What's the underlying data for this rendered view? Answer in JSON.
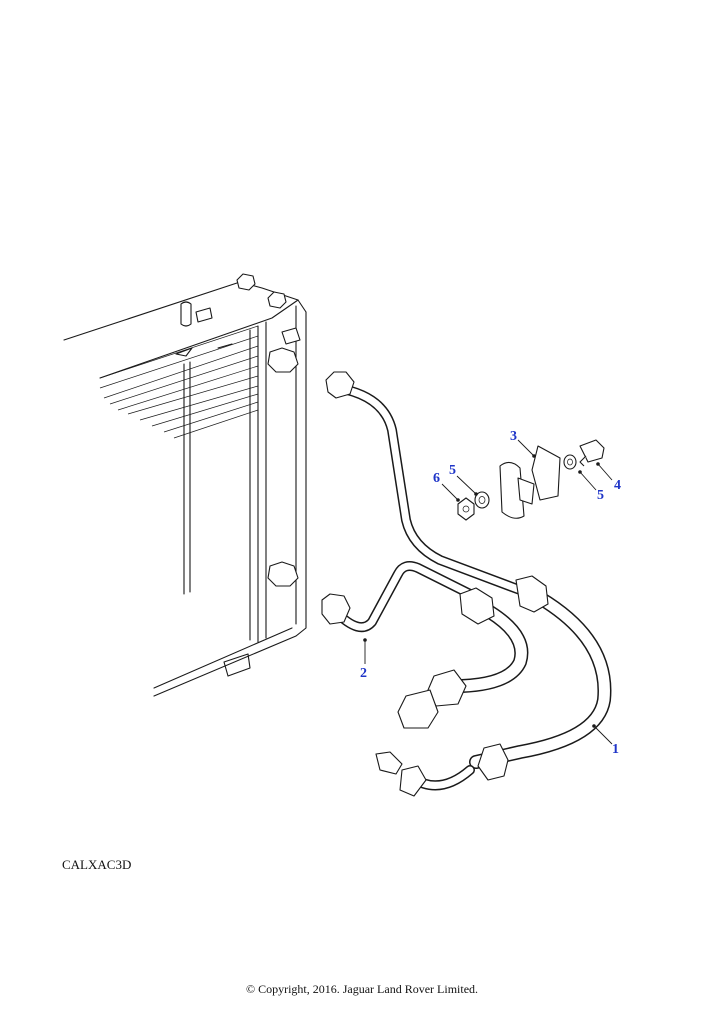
{
  "callouts": [
    {
      "id": "c1",
      "label": "1"
    },
    {
      "id": "c2",
      "label": "2"
    },
    {
      "id": "c3",
      "label": "3"
    },
    {
      "id": "c4",
      "label": "4"
    },
    {
      "id": "c5a",
      "label": "5"
    },
    {
      "id": "c5b",
      "label": "5"
    },
    {
      "id": "c6",
      "label": "6"
    }
  ],
  "reference_code": "CALXAC3D",
  "copyright": "© Copyright, 2016. Jaguar Land Rover Limited.",
  "colors": {
    "callout": "#1f35c8",
    "line": "#1a1a1a"
  }
}
